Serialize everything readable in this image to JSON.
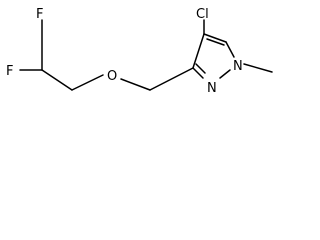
{
  "structure": {
    "atoms": {
      "cl": "Cl",
      "n1": "N",
      "n2": "N",
      "o": "O",
      "f1": "F",
      "f2": "F"
    }
  }
}
